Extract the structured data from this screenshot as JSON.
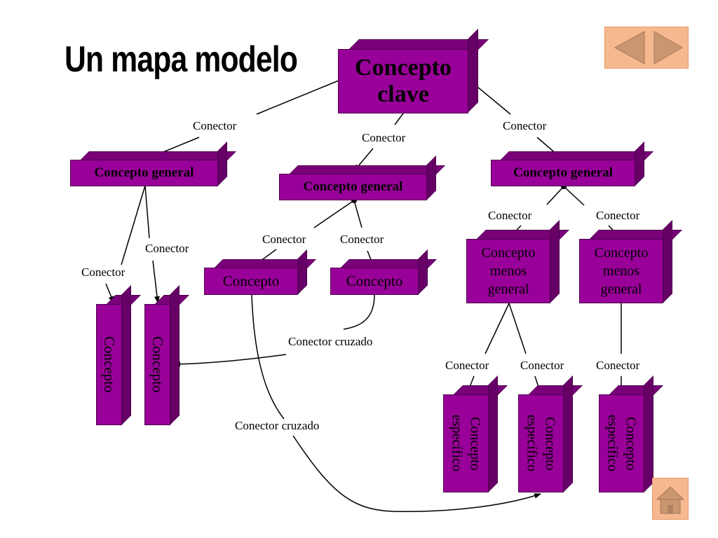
{
  "title": "Un mapa modelo",
  "key_concept": "Concepto clave",
  "general": [
    "Concepto general",
    "Concepto general",
    "Concepto general"
  ],
  "concept": "Concepto",
  "less_general": "Concepto menos general",
  "specific": "Concepto específico",
  "connector": "Conector",
  "cross_connector": "Conector cruzado",
  "colors": {
    "box": "#990099",
    "box_top": "#7a007a",
    "box_side": "#660066",
    "nav": "#f6b88f",
    "nav_icon": "#c9966f"
  },
  "icons": [
    "arrow-left-icon",
    "arrow-right-icon",
    "home-icon"
  ]
}
